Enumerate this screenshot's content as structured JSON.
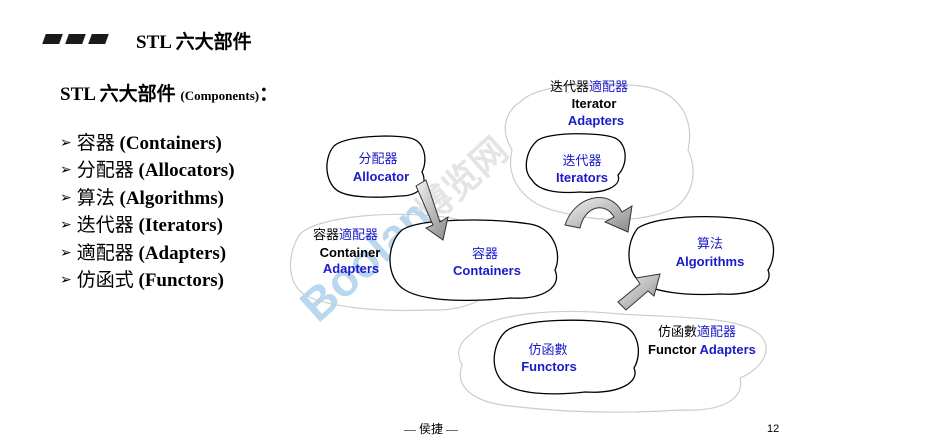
{
  "header": {
    "title": "STL 六大部件"
  },
  "heading": {
    "main": "STL 六大部件 ",
    "paren": "(Components)",
    "colon": "："
  },
  "components": [
    {
      "zh": "容器",
      "en": "(Containers)"
    },
    {
      "zh": "分配器",
      "en": "(Allocators)"
    },
    {
      "zh": "算法",
      "en": "(Algorithms)"
    },
    {
      "zh": "迭代器",
      "en": "(Iterators)"
    },
    {
      "zh": "適配器",
      "en": "(Adapters)"
    },
    {
      "zh": "仿函式",
      "en": "(Functors)"
    }
  ],
  "diagram": {
    "iterator_adapters": {
      "zh_black": "迭代器",
      "zh_blue": "適配器",
      "en1": "Iterator",
      "en2": "Adapters"
    },
    "iterators": {
      "zh": "迭代器",
      "en": "Iterators"
    },
    "allocator": {
      "zh": "分配器",
      "en": "Allocator"
    },
    "container_adapters": {
      "zh_black": "容器",
      "zh_blue": "適配器",
      "en1": "Container",
      "en2": "Adapters"
    },
    "containers": {
      "zh": "容器",
      "en": "Containers"
    },
    "algorithms": {
      "zh": "算法",
      "en": "Algorithms"
    },
    "functor_adapters": {
      "zh_black": "仿函數",
      "zh_blue": "適配器",
      "en1": "Functor ",
      "en2": "Adapters"
    },
    "functors": {
      "zh": "仿函數",
      "en": "Functors"
    }
  },
  "watermark": {
    "logo": "Boolan",
    "zh": "博览网"
  },
  "footer": {
    "author": "— 侯捷 —",
    "page": "12"
  },
  "colors": {
    "blue": "#1a1ac8",
    "outline": "#000000",
    "faint_outline": "#c8d0c8"
  }
}
